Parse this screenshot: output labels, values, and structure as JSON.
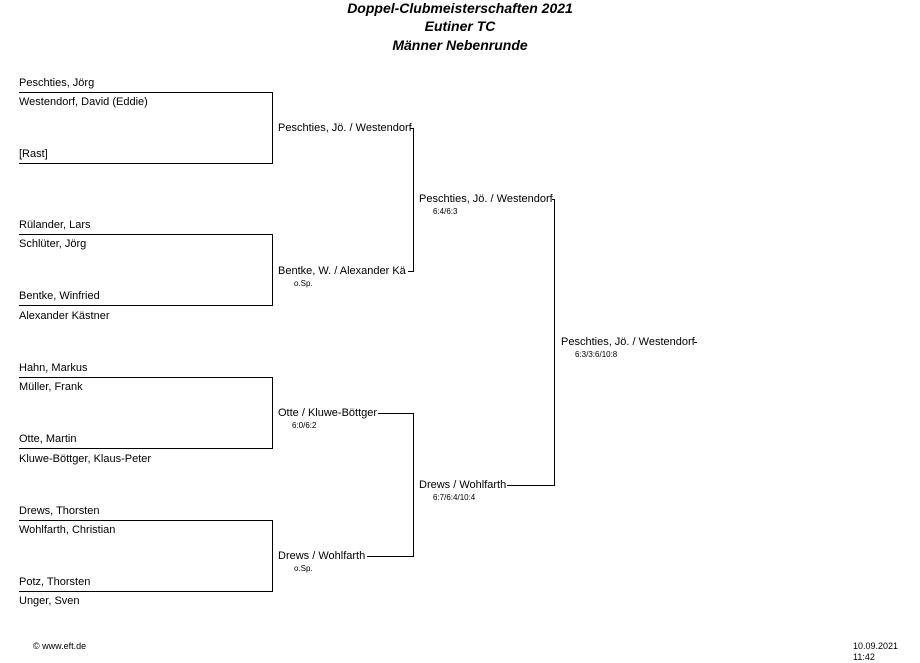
{
  "header": {
    "title1": "Doppel-Clubmeisterschaften 2021",
    "title2": "Eutiner TC",
    "title3": "Männer Nebenrunde"
  },
  "round1": [
    {
      "team_a_p1": "Peschties, Jörg",
      "team_a_p2": "Westendorf, David (Eddie)",
      "team_b_p1": "[Rast]",
      "team_b_p2": ""
    },
    {
      "team_a_p1": "Rülander, Lars",
      "team_a_p2": "Schlüter, Jörg",
      "team_b_p1": "Bentke, Winfried",
      "team_b_p2": "Alexander Kästner"
    },
    {
      "team_a_p1": "Hahn, Markus",
      "team_a_p2": "Müller, Frank",
      "team_b_p1": "Otte, Martin",
      "team_b_p2": "Kluwe-Böttger, Klaus-Peter"
    },
    {
      "team_a_p1": "Drews, Thorsten",
      "team_a_p2": "Wohlfarth, Christian",
      "team_b_p1": "Potz, Thorsten",
      "team_b_p2": "Unger, Sven"
    }
  ],
  "round2": [
    {
      "winner": "Peschties, Jö. / Westendorf",
      "result": ""
    },
    {
      "winner": "Bentke, W. / Alexander Kä",
      "result": "o.Sp."
    },
    {
      "winner": "Otte / Kluwe-Böttger",
      "result": "6:0/6:2"
    },
    {
      "winner": "Drews / Wohlfarth",
      "result": "o.Sp."
    }
  ],
  "semis": [
    {
      "winner": "Peschties, Jö. / Westendorf",
      "result": "6:4/6:3"
    },
    {
      "winner": "Drews / Wohlfarth",
      "result": "6:7/6:4/10:4"
    }
  ],
  "final": {
    "winner": "Peschties, Jö. / Westendorf",
    "result": "6:3/3:6/10:8"
  },
  "footer": {
    "left": "© www.eft.de",
    "right": "10.09.2021 11:42"
  }
}
